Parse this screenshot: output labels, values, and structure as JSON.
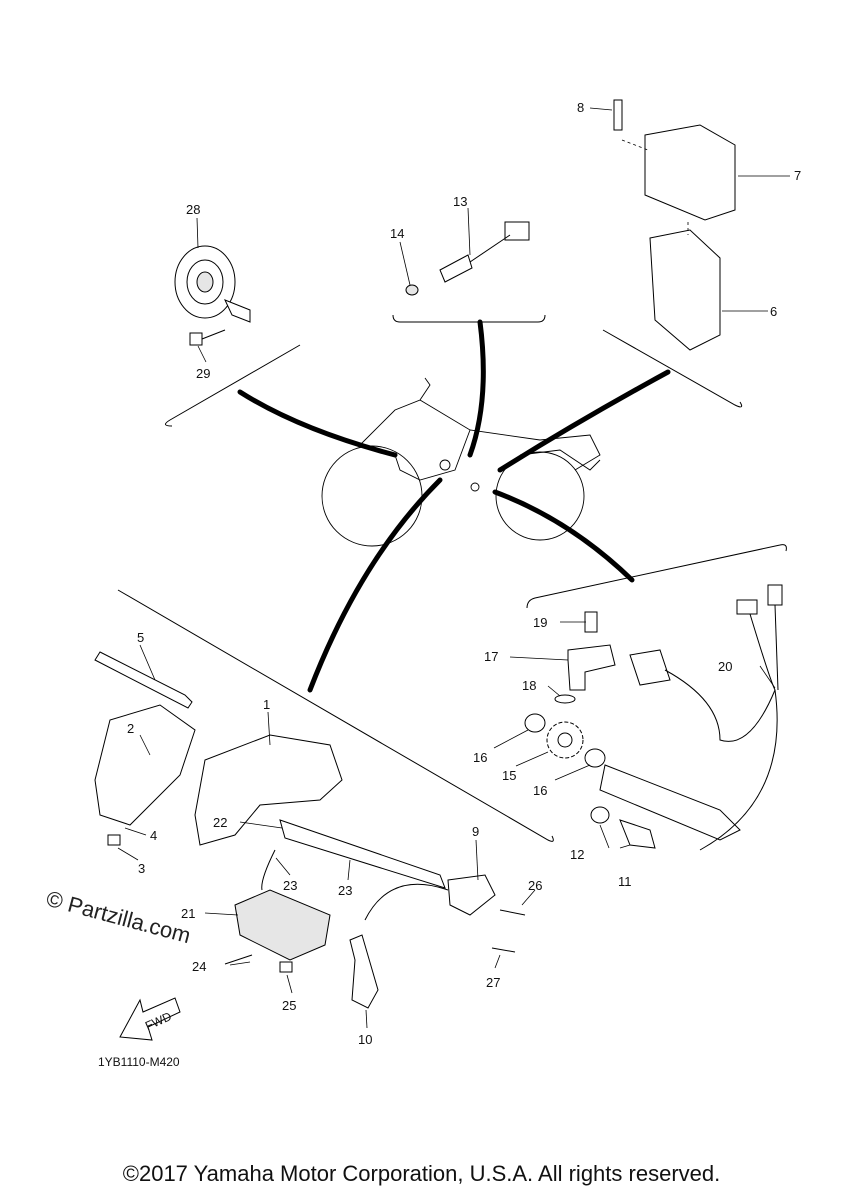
{
  "diagram_code": "1YB1110-M420",
  "watermark": "© Partzilla.com",
  "copyright": "©2017 Yamaha Motor Corporation, U.S.A. All rights reserved.",
  "fwd_label": "FWD",
  "callouts": {
    "c1": "1",
    "c2": "2",
    "c3": "3",
    "c4": "4",
    "c5": "5",
    "c6": "6",
    "c7": "7",
    "c8": "8",
    "c9": "9",
    "c10": "10",
    "c11": "11",
    "c12": "12",
    "c13": "13",
    "c14": "14",
    "c15": "15",
    "c16a": "16",
    "c16b": "16",
    "c17": "17",
    "c18": "18",
    "c19": "19",
    "c20": "20",
    "c21": "21",
    "c22": "22",
    "c23a": "23",
    "c23b": "23",
    "c24": "24",
    "c25": "25",
    "c26": "26",
    "c27": "27",
    "c28": "28",
    "c29": "29"
  }
}
